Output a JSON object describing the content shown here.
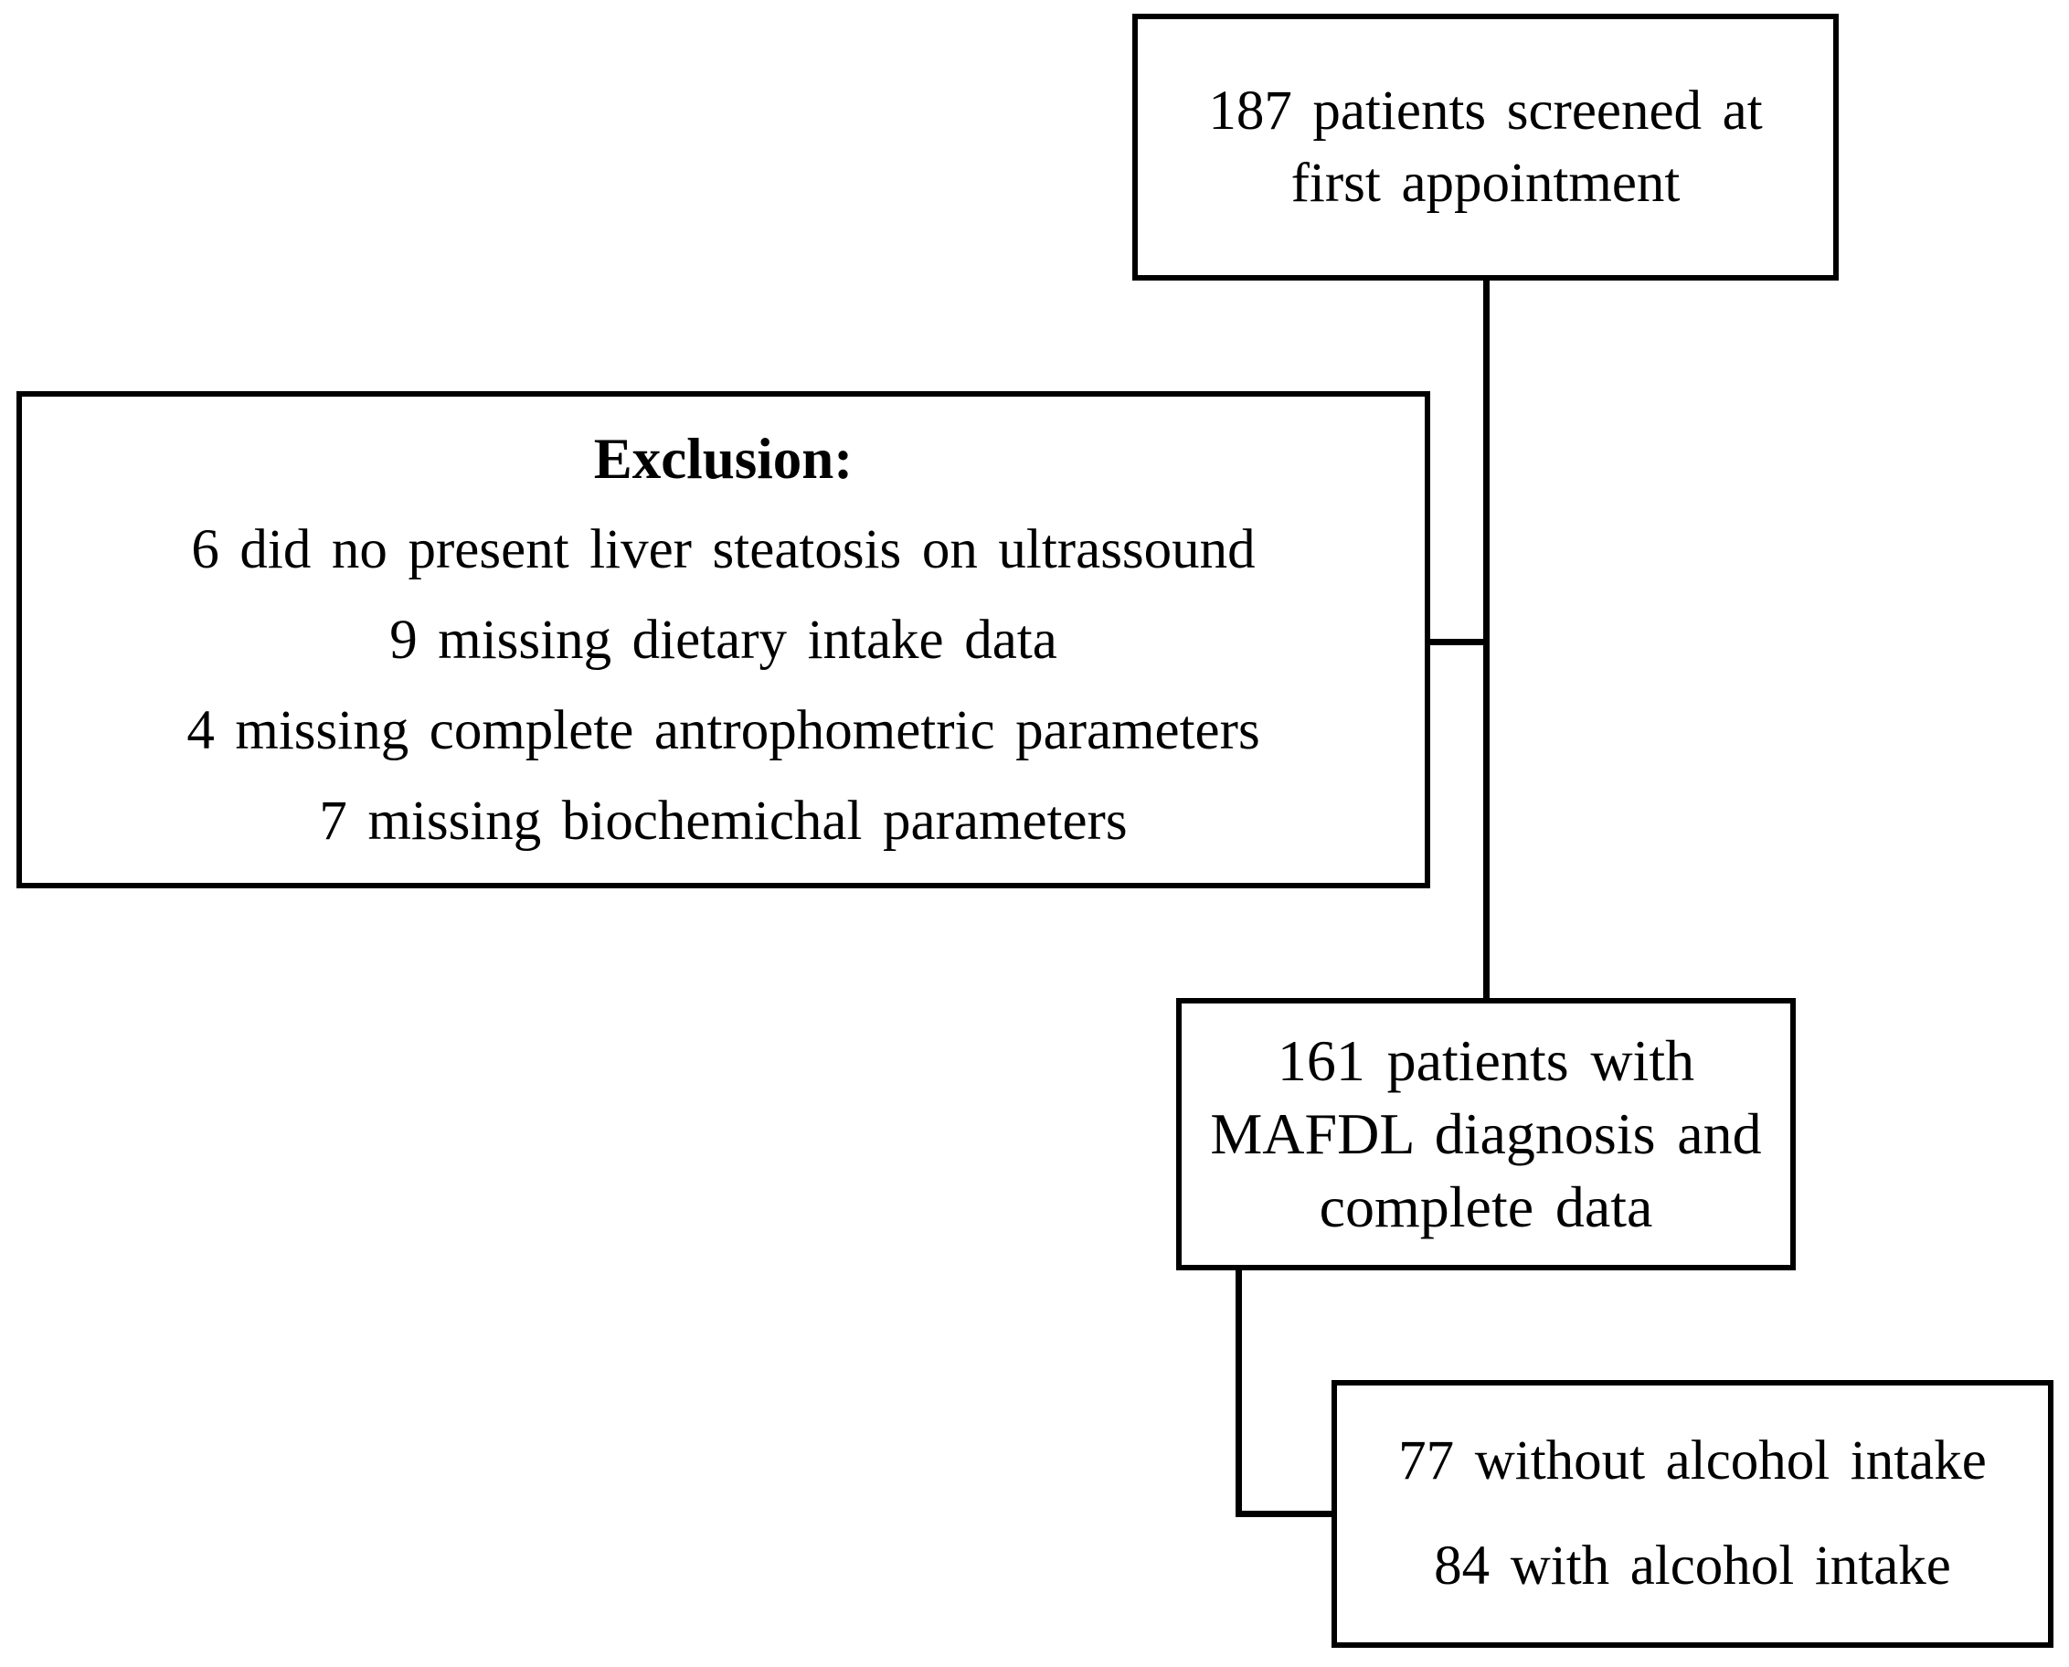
{
  "flowchart": {
    "colors": {
      "background": "#ffffff",
      "line": "#000000",
      "text": "#000000"
    },
    "screened": {
      "lines": [
        "187 patients screened at",
        "first appointment"
      ]
    },
    "exclusion": {
      "title": "Exclusion:",
      "items": [
        "6 did no present liver steatosis on ultrassound",
        "9 missing dietary intake data",
        "4 missing complete antrophometric parameters",
        "7 missing biochemichal parameters"
      ]
    },
    "diagnosis": {
      "lines": [
        "161 patients with",
        "MAFDL diagnosis and",
        "complete data"
      ]
    },
    "alcohol": {
      "lines": [
        "77 without alcohol intake",
        "84 with alcohol intake"
      ]
    }
  }
}
